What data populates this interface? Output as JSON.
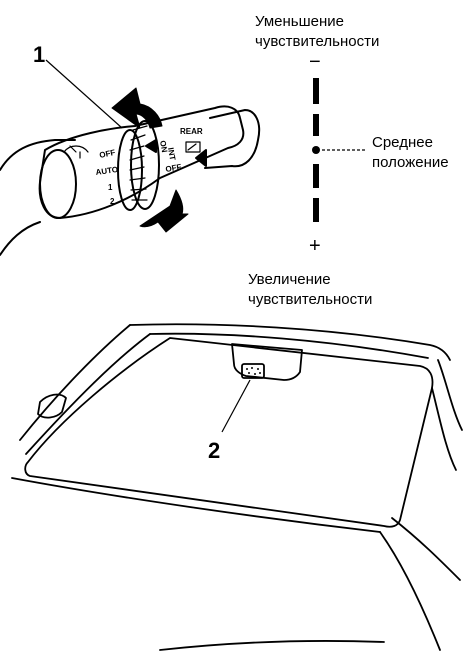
{
  "callouts": {
    "one": "1",
    "two": "2"
  },
  "sensitivity": {
    "decrease_line1": "Уменьшение",
    "decrease_line2": "чувствительности",
    "minus": "−",
    "middle_line1": "Среднее",
    "middle_line2": "положение",
    "plus": "+",
    "increase_line1": "Увеличение",
    "increase_line2": "чувствительности"
  },
  "switch_labels": {
    "off": "OFF",
    "auto": "AUTO",
    "pos1": "1",
    "pos2": "2",
    "on": "ON",
    "int": "INT",
    "off2": "OFF",
    "rear": "REAR"
  }
}
